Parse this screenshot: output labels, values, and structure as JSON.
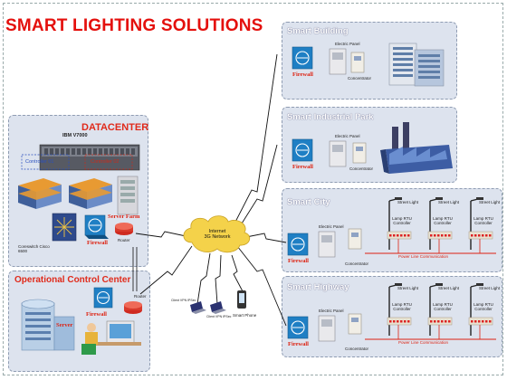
{
  "title": "SMART LIGHTING SOLUTIONS",
  "datacenter": {
    "title": "DATACENTER",
    "storage": "IBM V7000",
    "controller_1": "Controller 01",
    "controller_2": "Controller 02",
    "switch": "Coreswitch Cisco 6500",
    "server_farm": "Server Farm",
    "firewall": "Firewall",
    "router": "Router"
  },
  "occ": {
    "title": "Operational Control Center",
    "server": "Server",
    "firewall": "Firewall",
    "router": "Router"
  },
  "network": {
    "cloud_line1": "Internet",
    "cloud_line2": "3G Network",
    "device_small_1": "Client VPN IPSec",
    "device_small_2": "Client VPN IPSec",
    "smart_phone": "Smart Phone"
  },
  "sites": [
    {
      "title": "Smart Building",
      "firewall": "Firewall",
      "panel": "Electric Panel",
      "concentrator": "Concentrator"
    },
    {
      "title": "Smart Industrial Park",
      "firewall": "Firewall",
      "panel": "Electric Panel",
      "concentrator": "Concentrator"
    },
    {
      "title": "Smart City",
      "firewall": "Firewall",
      "panel": "Electric Panel",
      "concentrator": "Concentrator",
      "street_light": "Street Light",
      "rtu": "Lamp RTU Controller",
      "plc": "Power Line Communication"
    },
    {
      "title": "Smart Highway",
      "firewall": "Firewall",
      "panel": "Electric Panel",
      "concentrator": "Concentrator",
      "street_light": "Street Light",
      "rtu": "Lamp RTU Controller",
      "plc": "Power Line Communication"
    }
  ],
  "colors": {
    "title_red": "#e4100d",
    "panel_bg": "#dde3ee",
    "firewall_blue": "#1f7fc4"
  }
}
